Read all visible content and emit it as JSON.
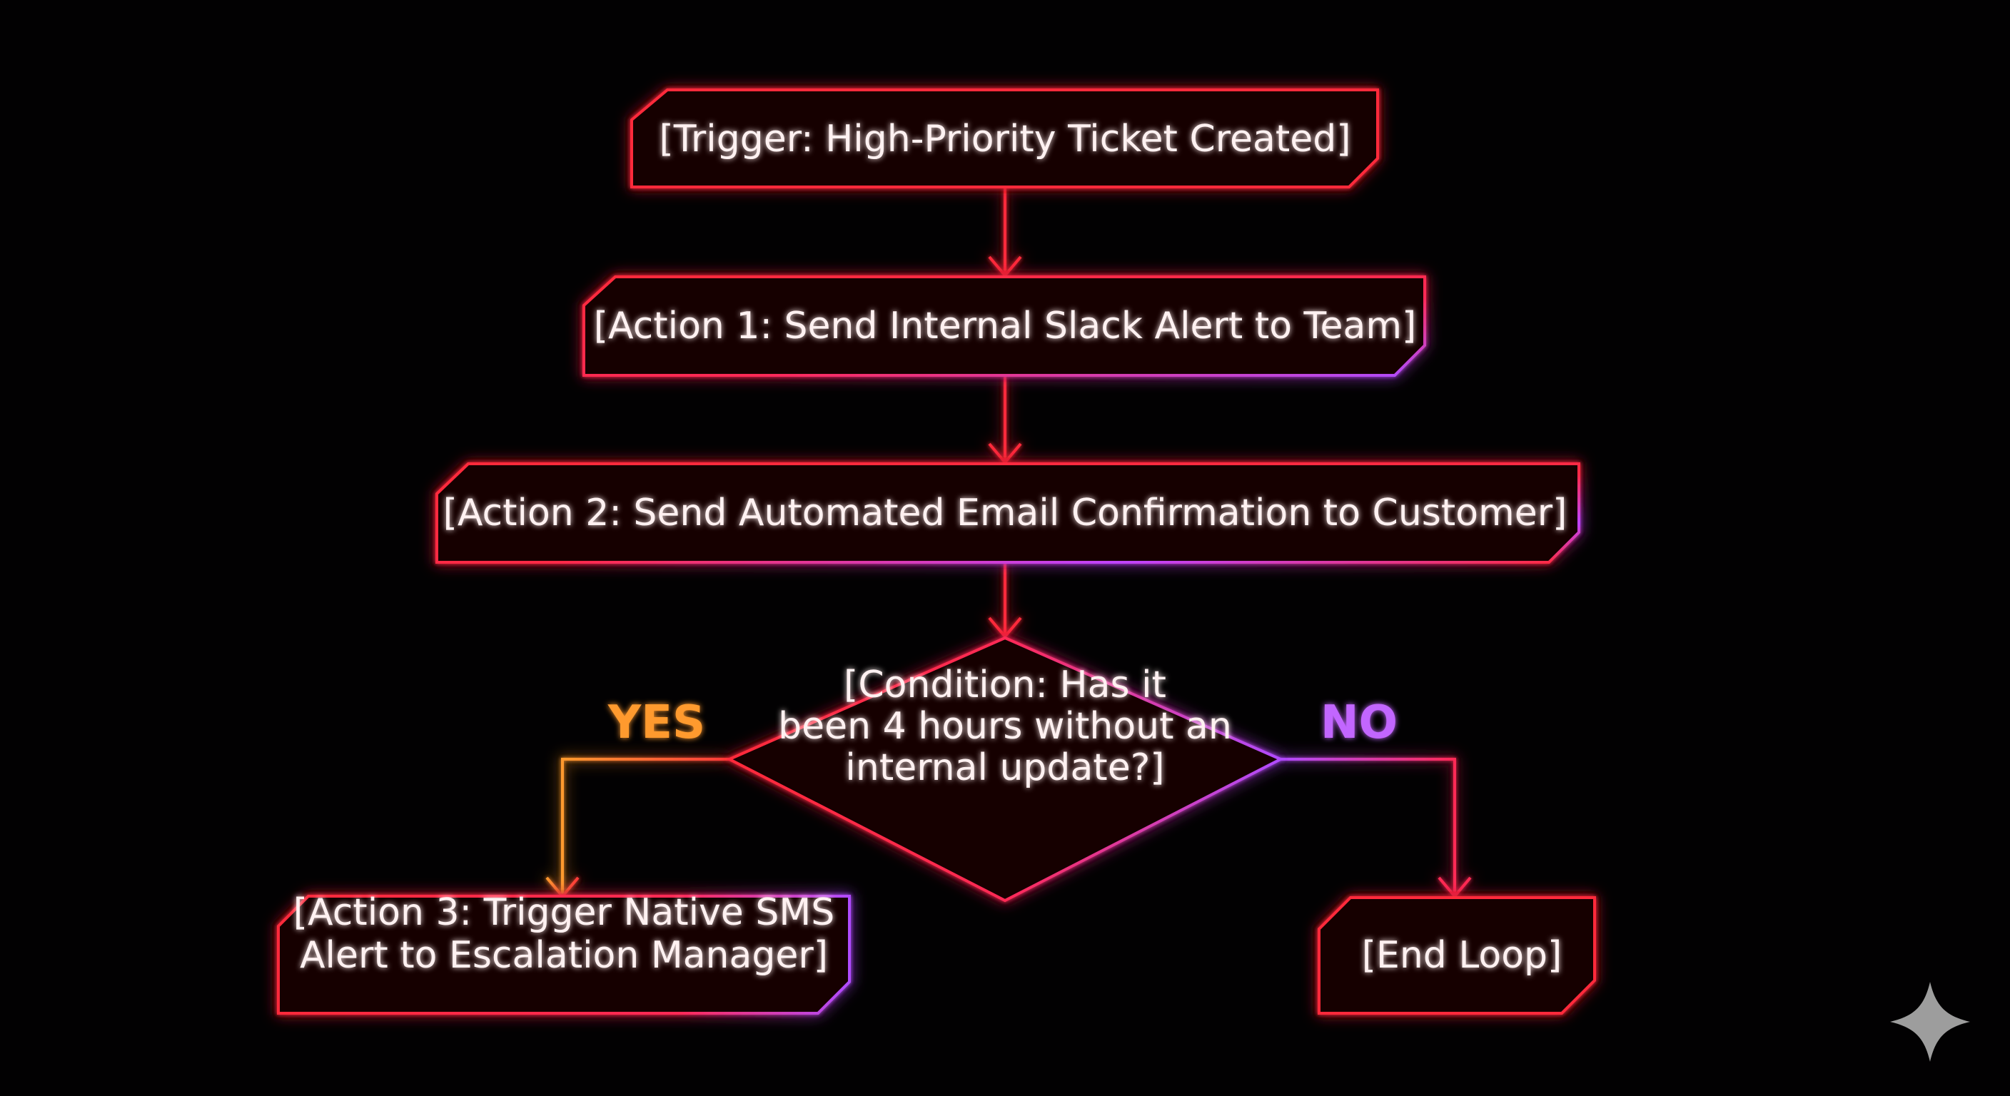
{
  "colors": {
    "background": "#020102",
    "neon_red": "#ff2a3a",
    "neon_purple": "#b04cff",
    "neon_orange": "#ff9a2e",
    "text": "#fff1f1",
    "watermark": "#b8b8b8"
  },
  "nodes": {
    "trigger": {
      "lines": [
        "[Trigger: High-Priority Ticket Created]"
      ]
    },
    "action1": {
      "lines": [
        "[Action 1: Send Internal Slack Alert to Team]"
      ]
    },
    "action2": {
      "lines": [
        "[Action 2: Send Automated Email Confirmation to Customer]"
      ]
    },
    "condition": {
      "lines": [
        "[Condition: Has it",
        "been 4 hours without an",
        "internal update?]"
      ]
    },
    "action3": {
      "lines": [
        "[Action 3: Trigger Native SMS",
        "Alert to Escalation Manager]"
      ]
    },
    "end": {
      "lines": [
        "[End Loop]"
      ]
    }
  },
  "branches": {
    "yes": "YES",
    "no": "NO"
  },
  "watermark_icon": "sparkle-icon"
}
